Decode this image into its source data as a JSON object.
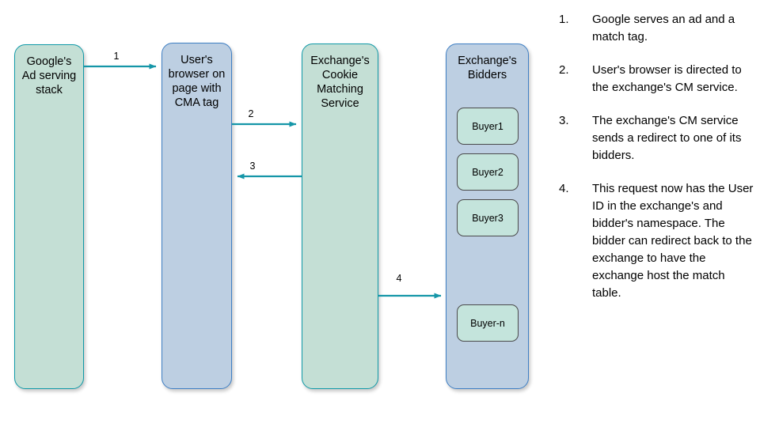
{
  "diagram": {
    "nodes": [
      {
        "id": "google",
        "label": "Google's\nAd serving\nstack"
      },
      {
        "id": "browser",
        "label": "User's\nbrowser on\npage with\nCMA tag"
      },
      {
        "id": "cms",
        "label": "Exchange's\nCookie\nMatching\nService"
      },
      {
        "id": "bidders",
        "label": "Exchange's\nBidders"
      }
    ],
    "buyers": [
      {
        "id": "buyer-1",
        "label": "Buyer1"
      },
      {
        "id": "buyer-2",
        "label": "Buyer2"
      },
      {
        "id": "buyer-3",
        "label": "Buyer3"
      },
      {
        "id": "buyer-n",
        "label": "Buyer-n"
      }
    ],
    "arrows": [
      {
        "id": "arrow-1",
        "label": "1",
        "from": "google",
        "to": "browser",
        "direction": "right"
      },
      {
        "id": "arrow-2",
        "label": "2",
        "from": "browser",
        "to": "cms",
        "direction": "right"
      },
      {
        "id": "arrow-3",
        "label": "3",
        "from": "cms",
        "to": "browser",
        "direction": "left"
      },
      {
        "id": "arrow-4",
        "label": "4",
        "from": "cms",
        "to": "bidders",
        "direction": "right"
      }
    ],
    "colors": {
      "green_fill": "#c4dfd5",
      "green_stroke": "#109aa8",
      "blue_fill": "#bdcfe2",
      "blue_stroke": "#3f7fc4",
      "buyer_fill": "#c4e4dc",
      "buyer_stroke": "#4a4a4a",
      "arrow": "#1596a8",
      "background": "#ffffff"
    }
  },
  "steps": [
    {
      "number": "1.",
      "text": "Google serves an ad and a match tag."
    },
    {
      "number": "2.",
      "text": "User's browser is directed to the exchange's CM service."
    },
    {
      "number": "3.",
      "text": "The exchange's CM service sends a redirect to one of its bidders."
    },
    {
      "number": "4.",
      "text": "This request now has the User ID in the exchange's and bidder's namespace. The bidder can redirect back to the exchange to have the exchange host the match table."
    }
  ]
}
